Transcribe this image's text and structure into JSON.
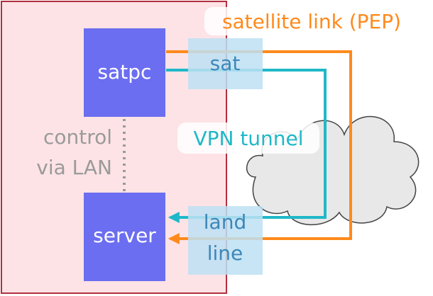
{
  "diagram": {
    "nodes": {
      "satpc": "satpc",
      "server": "server"
    },
    "labels": {
      "satellite_link": "satellite link (PEP)",
      "sat": "sat",
      "vpn_tunnel": "VPN tunnel",
      "control_line1": "control",
      "control_line2": "via LAN",
      "land_line1": "land",
      "land_line2": "line"
    },
    "colors": {
      "lan_zone_fill": "#fde3e6",
      "lan_zone_border": "#b23040",
      "node_fill": "#6b6ef0",
      "node_text": "#ffffff",
      "satellite_link": "#ff8a1c",
      "vpn_tunnel": "#1fb8c8",
      "control_arrow": "#9a9a9a",
      "label_box": "#bde0f3",
      "label_text": "#3d87b8",
      "cloud_fill": "#e8e8e8",
      "cloud_stroke": "#444444"
    }
  }
}
